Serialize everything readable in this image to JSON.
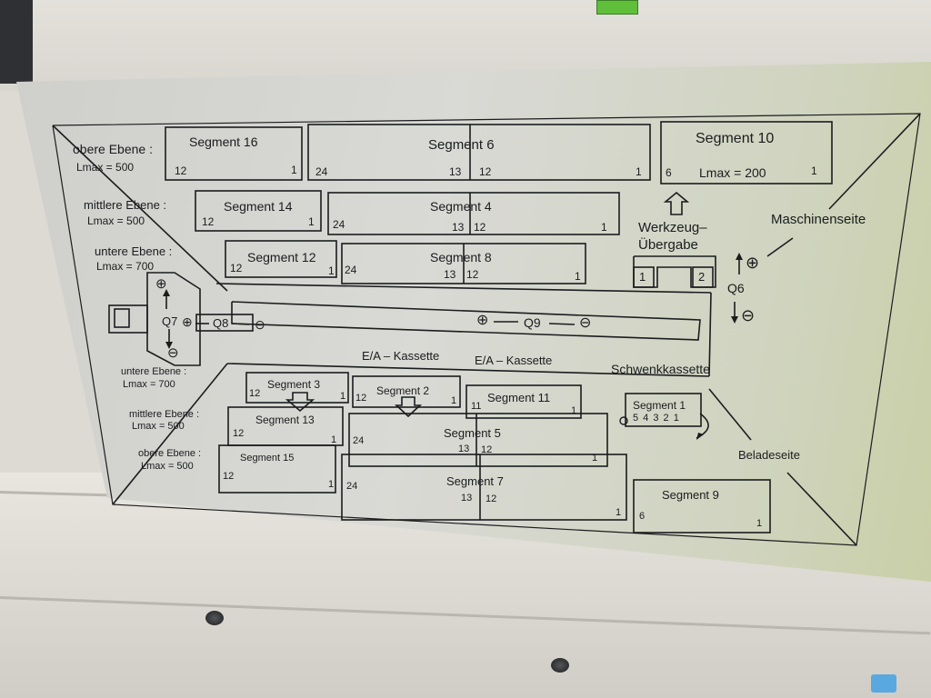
{
  "levels": {
    "obere_ebene_top": "obere Ebene :",
    "lmax_500_a": "Lmax = 500",
    "mittlere_ebene_top": "mittlere Ebene :",
    "lmax_500_b": "Lmax = 500",
    "untere_ebene_top": "untere Ebene :",
    "lmax_700_a": "Lmax = 700",
    "untere_ebene_bottom": "untere Ebene :",
    "lmax_700_b": "Lmax = 700",
    "mittlere_ebene_bottom": "mittlere Ebene :",
    "lmax_500_c": "Lmax = 500",
    "obere_ebene_bottom": "obere Ebene :",
    "lmax_500_d": "Lmax = 500"
  },
  "segments": {
    "s16": {
      "label": "Segment 16",
      "left": "12",
      "right": "1"
    },
    "s6": {
      "label": "Segment 6",
      "n24": "24",
      "n13": "13",
      "n12": "12",
      "n1": "1"
    },
    "s10": {
      "label": "Segment 10",
      "left": "6",
      "lmax": "Lmax = 200",
      "right": "1"
    },
    "s14": {
      "label": "Segment 14",
      "left": "12",
      "right": "1"
    },
    "s4": {
      "label": "Segment 4",
      "n24": "24",
      "n13": "13",
      "n12": "12",
      "n1": "1"
    },
    "s12": {
      "label": "Segment 12",
      "left": "12",
      "right": "1"
    },
    "s8": {
      "label": "Segment 8",
      "n24": "24",
      "n13": "13",
      "n12": "12",
      "n1": "1"
    },
    "s3": {
      "label": "Segment 3",
      "left": "12",
      "right": "1"
    },
    "s2": {
      "label": "Segment 2",
      "left": "12",
      "right": "1"
    },
    "s11": {
      "label": "Segment 11",
      "left": "11",
      "right": "1"
    },
    "s1": {
      "label": "Segment 1",
      "digits": "5 4 3 2 1"
    },
    "s13": {
      "label": "Segment 13",
      "left": "12",
      "right": "1"
    },
    "s5": {
      "label": "Segment 5",
      "n24": "24",
      "n13": "13",
      "n12": "12",
      "n1": "1"
    },
    "s15": {
      "label": "Segment 15",
      "left": "12",
      "right": "1"
    },
    "s7": {
      "label": "Segment 7",
      "n24": "24",
      "n13": "13",
      "n12": "12",
      "n1": "1"
    },
    "s9": {
      "label": "Segment 9",
      "left": "6",
      "right": "1"
    }
  },
  "labels": {
    "werkzeug": "Werkzeug–",
    "uebergabe": "Übergabe",
    "maschinenseite": "Maschinenseite",
    "q6": "Q6",
    "q7": "Q7",
    "q8": "Q8",
    "q9": "Q9",
    "ea_kassette_1": "E/A – Kassette",
    "ea_kassette_2": "E/A – Kassette",
    "schwenkkassette": "Schwenkkassette",
    "beladeseite": "Beladeseite",
    "pos1": "1",
    "pos2": "2",
    "plus": "⊕",
    "minus": "⊖"
  },
  "colors": {
    "plate": "#d6d6d2",
    "ink": "#1b1c1e",
    "housing": "#dcdad2",
    "accent_green": "#5fbf3a"
  }
}
